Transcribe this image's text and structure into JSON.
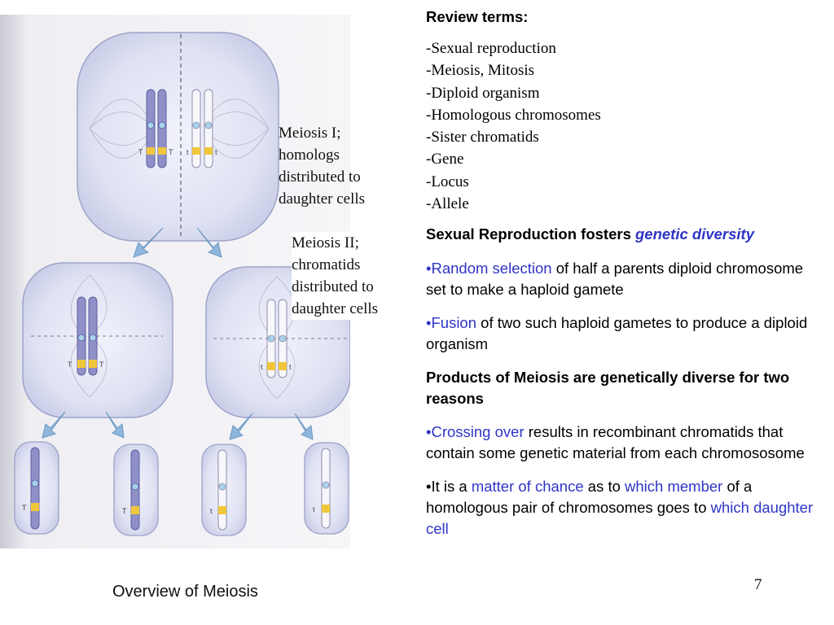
{
  "review": {
    "title": "Review terms:",
    "terms": [
      "-Sexual reproduction",
      "-Meiosis, Mitosis",
      "-Diploid organism",
      "-Homologous chromosomes",
      "-Sister chromatids",
      "-Gene",
      "-Locus",
      "-Allele"
    ]
  },
  "section1": {
    "heading_plain": "Sexual Reproduction fosters ",
    "heading_highlight": "genetic diversity",
    "bullet1": {
      "highlight": "•Random selection",
      "rest": " of half a parents diploid chromosome set to make a haploid gamete"
    },
    "bullet2": {
      "highlight": "•Fusion",
      "rest": " of two such haploid gametes to produce a diploid organism"
    }
  },
  "section2": {
    "heading": "Products of Meiosis are genetically diverse for two reasons",
    "bullet1": {
      "highlight": "•Crossing over",
      "rest": " results in recombinant chromatids that contain some genetic material from each chromososome"
    },
    "bullet2": {
      "p1": "•It is a ",
      "h1": "matter of chance",
      "p2": " as to ",
      "h2": "which member",
      "p3": " of a homologous pair of chromosomes goes to ",
      "h3": "which daughter cell"
    }
  },
  "illustration": {
    "caption_meiosis1": "Meiosis I;\nhomologs\ndistributed to\ndaughter cells",
    "caption_meiosis2": "Meiosis II;\nchromatids\ndistributed to\ndaughter cells",
    "allele_dominant": "T",
    "allele_recessive": "t",
    "colors": {
      "chromosome_purple": "#8f90c8",
      "chromosome_white": "#f7f7fb",
      "locus_yellow": "#f0c63a",
      "cell_fill": "#d8dcf0",
      "arrow": "#8fb6dc"
    }
  },
  "figure_caption": "Overview of Meiosis",
  "slide_number": "7"
}
